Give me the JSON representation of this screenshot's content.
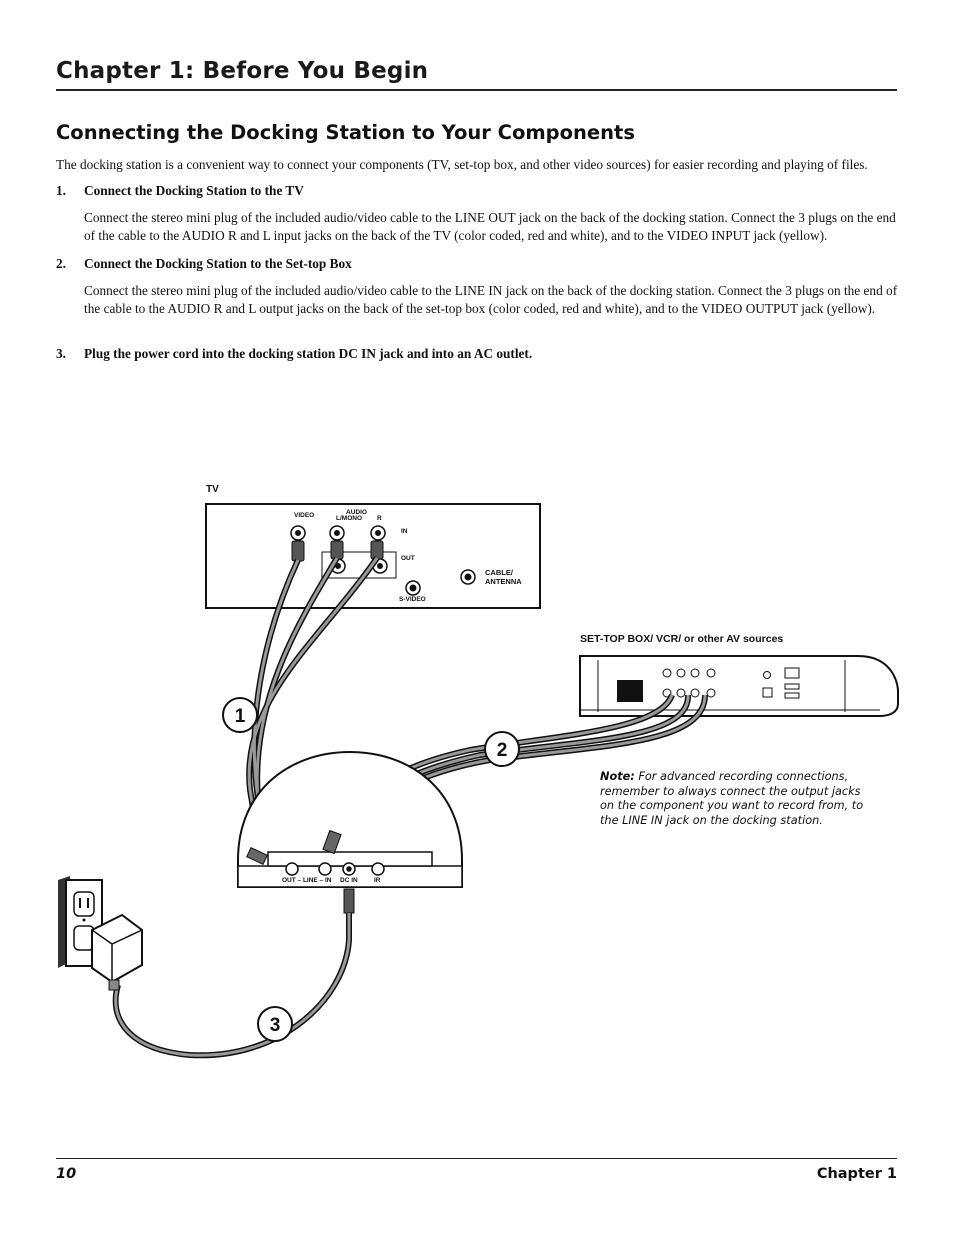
{
  "header": {
    "chapter_title": "Chapter 1: Before You Begin"
  },
  "section": {
    "title": "Connecting the Docking Station to Your Components",
    "intro": "The docking station is a convenient way to connect your components (TV, set-top box, and other video sources) for easier recording and playing of files."
  },
  "steps": [
    {
      "number": "1.",
      "title": "Connect the Docking Station to the TV",
      "body": "Connect the stereo mini plug of the included audio/video cable to the LINE OUT jack on the back of the docking station. Connect the 3 plugs on the end of the cable to the AUDIO R and L input jacks on the back of the TV (color coded, red and white), and to the VIDEO INPUT jack (yellow)."
    },
    {
      "number": "2.",
      "title": "Connect the Docking Station to the Set-top Box",
      "body": "Connect the stereo mini plug of the included audio/video cable to the LINE IN jack on the back of the docking station. Connect the 3 plugs on the end of the cable to the AUDIO R and L output jacks on the back of the set-top box (color coded, red and white), and to the VIDEO OUTPUT jack (yellow)."
    },
    {
      "number": "3.",
      "title": "Plug the power cord into the docking station DC IN jack and into an AC outlet.",
      "body": ""
    }
  ],
  "diagram": {
    "tv_label": "TV",
    "tv_panel": {
      "video": "VIDEO",
      "audio": "AUDIO",
      "l_mono": "L/MONO",
      "r": "R",
      "in": "IN",
      "out": "OUT",
      "s_video": "S-VIDEO",
      "cable_antenna_1": "CABLE/",
      "cable_antenna_2": "ANTENNA"
    },
    "stb_label": "SET-TOP BOX/ VCR/ or other AV sources",
    "dock_jacks": {
      "out_line_in": "OUT – LINE – IN",
      "dc_in": "DC IN",
      "ir": "IR"
    },
    "callouts": [
      "1",
      "2",
      "3"
    ],
    "note_label": "Note:",
    "note_text": "For advanced recording connections, remember to always connect the output jacks on the component you want to record from, to the LINE IN jack on the docking station."
  },
  "footer": {
    "page_number": "10",
    "chapter": "Chapter 1"
  }
}
